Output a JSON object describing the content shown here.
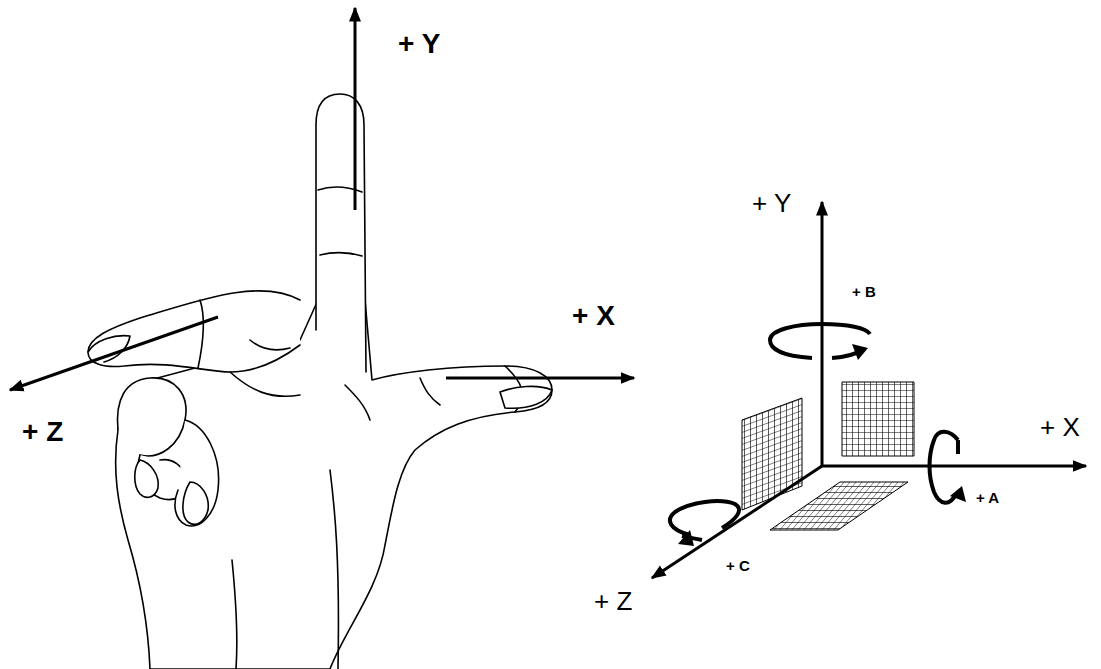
{
  "diagram": {
    "labels": [
      "+ Y",
      "+ X",
      "+ Z",
      "+ Y",
      "+ X",
      "+ Z",
      "+ B",
      "+ A",
      "+ C"
    ]
  }
}
